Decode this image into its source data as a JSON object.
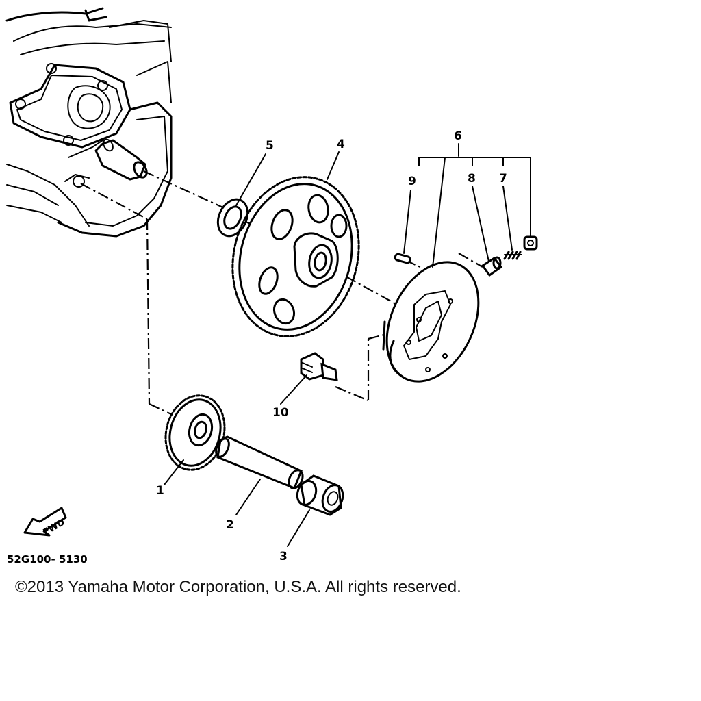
{
  "diagram": {
    "callouts": {
      "c1": "1",
      "c2": "2",
      "c3": "3",
      "c4": "4",
      "c5": "5",
      "c6": "6",
      "c7": "7",
      "c8": "8",
      "c9": "9",
      "c10": "10"
    },
    "forward_label": "FWD",
    "diagram_code": "52G100- 5130"
  },
  "footer": {
    "copyright": "©2013 Yamaha Motor Corporation, U.S.A. All rights reserved."
  }
}
